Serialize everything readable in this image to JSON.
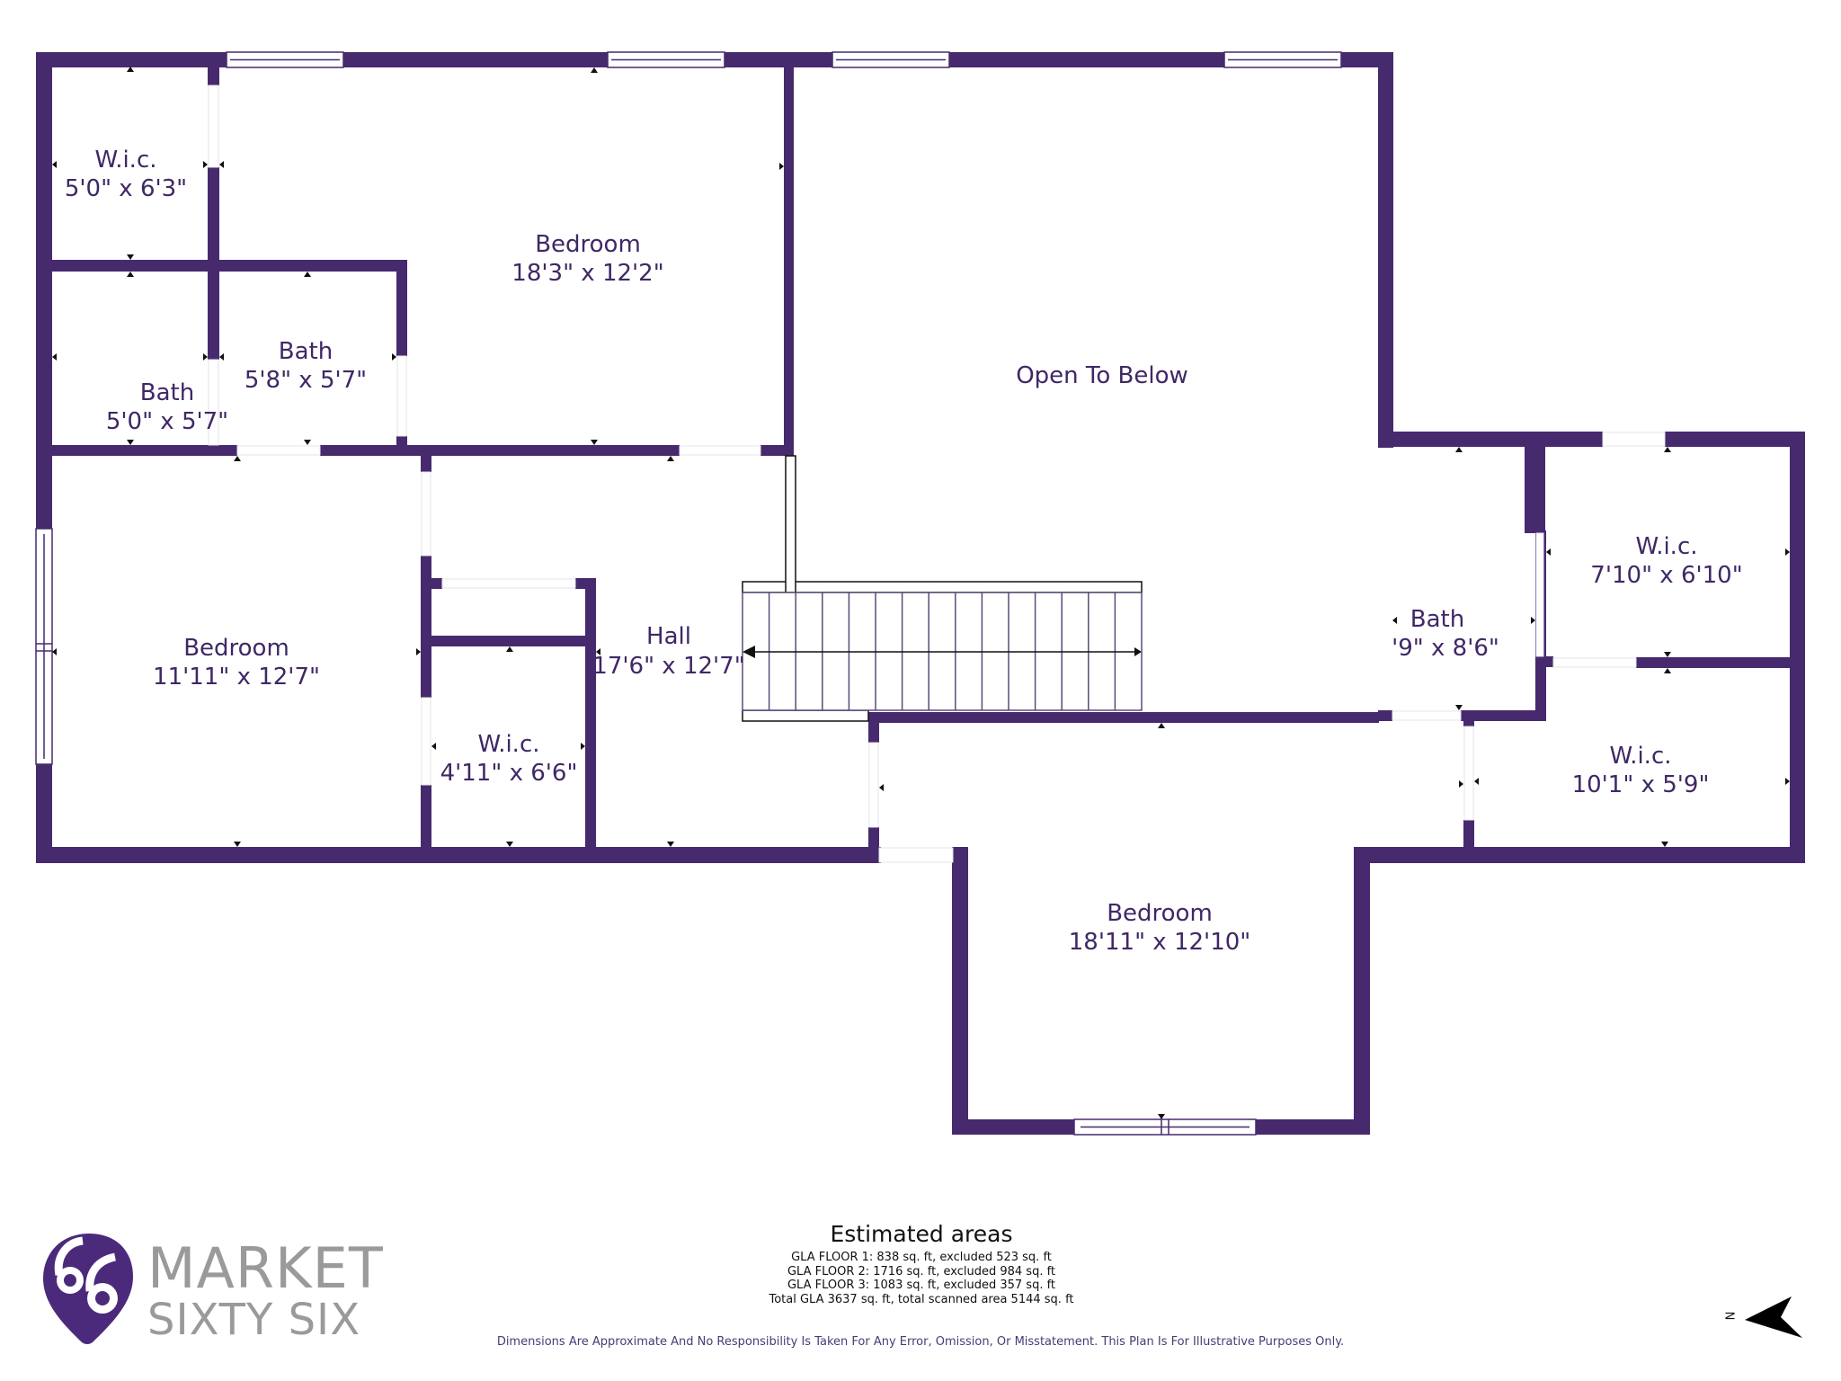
{
  "floor_plan": {
    "wall_color": "#472a6e",
    "label_color": "#3f2866",
    "rooms": [
      {
        "name": "W.i.c.",
        "dims": "5'0\" x 6'3\""
      },
      {
        "name": "Bedroom",
        "dims": "18'3\" x 12'2\""
      },
      {
        "name": "Open To Below",
        "dims": ""
      },
      {
        "name": "Bath",
        "dims": "5'8\" x 5'7\""
      },
      {
        "name": "Bath",
        "dims": "5'0\" x 5'7\""
      },
      {
        "name": "Bedroom",
        "dims": "11'11\" x 12'7\""
      },
      {
        "name": "Hall",
        "dims": "17'6\" x 12'7\""
      },
      {
        "name": "W.i.c.",
        "dims": "4'11\" x 6'6\""
      },
      {
        "name": "Bath",
        "dims": "'9\" x 8'6\""
      },
      {
        "name": "W.i.c.",
        "dims": "7'10\" x 6'10\""
      },
      {
        "name": "W.i.c.",
        "dims": "10'1\" x 5'9\""
      },
      {
        "name": "Bedroom",
        "dims": "18'11\" x 12'10\""
      }
    ],
    "stair_treads": 15
  },
  "estimated_areas": {
    "title": "Estimated areas",
    "lines": [
      "GLA FLOOR 1: 838 sq. ft, excluded 523 sq. ft",
      "GLA FLOOR 2: 1716 sq. ft, excluded 984 sq. ft",
      "GLA FLOOR 3: 1083 sq. ft, excluded 357 sq. ft",
      "Total GLA 3637 sq. ft, total scanned area 5144 sq. ft"
    ]
  },
  "disclaimer": "Dimensions Are Approximate And No Responsibility Is Taken For Any Error, Omission, Or Misstatement. This Plan Is For Illustrative Purposes Only.",
  "logo": {
    "line1": "MARKET",
    "line2": "SIXTY SIX",
    "accent_color": "#4b2a7b",
    "text_color": "#9a9a9a"
  },
  "compass": {
    "label": "N",
    "icon": "north-arrow-icon"
  }
}
